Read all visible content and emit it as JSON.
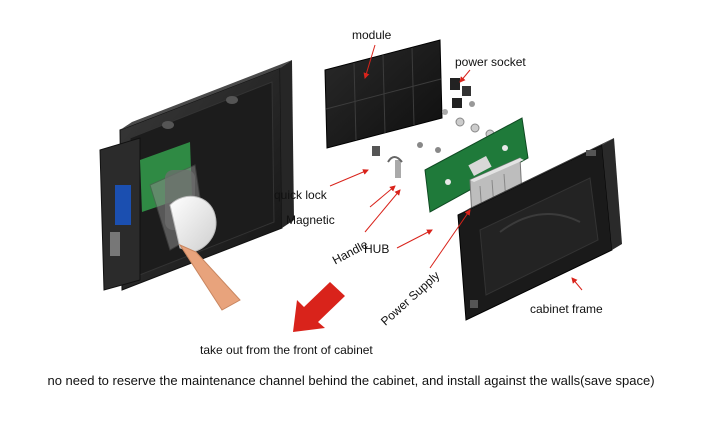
{
  "labels": {
    "module": "module",
    "power_socket": "power socket",
    "quick_lock": "quick lock",
    "magnetic": "Magnetic",
    "handle": "Handle",
    "hub": "HUB",
    "power_supply": "Power Supply",
    "cabinet_frame": "cabinet frame"
  },
  "captions": {
    "front_removal": "take out from the front of cabinet",
    "footer": "no need to reserve the maintenance channel behind the cabinet, and install against the walls(save space)"
  },
  "colors": {
    "arrow_red": "#d9231b",
    "panel_dark": "#1e1e1e",
    "pcb_green": "#1f7a3a"
  }
}
